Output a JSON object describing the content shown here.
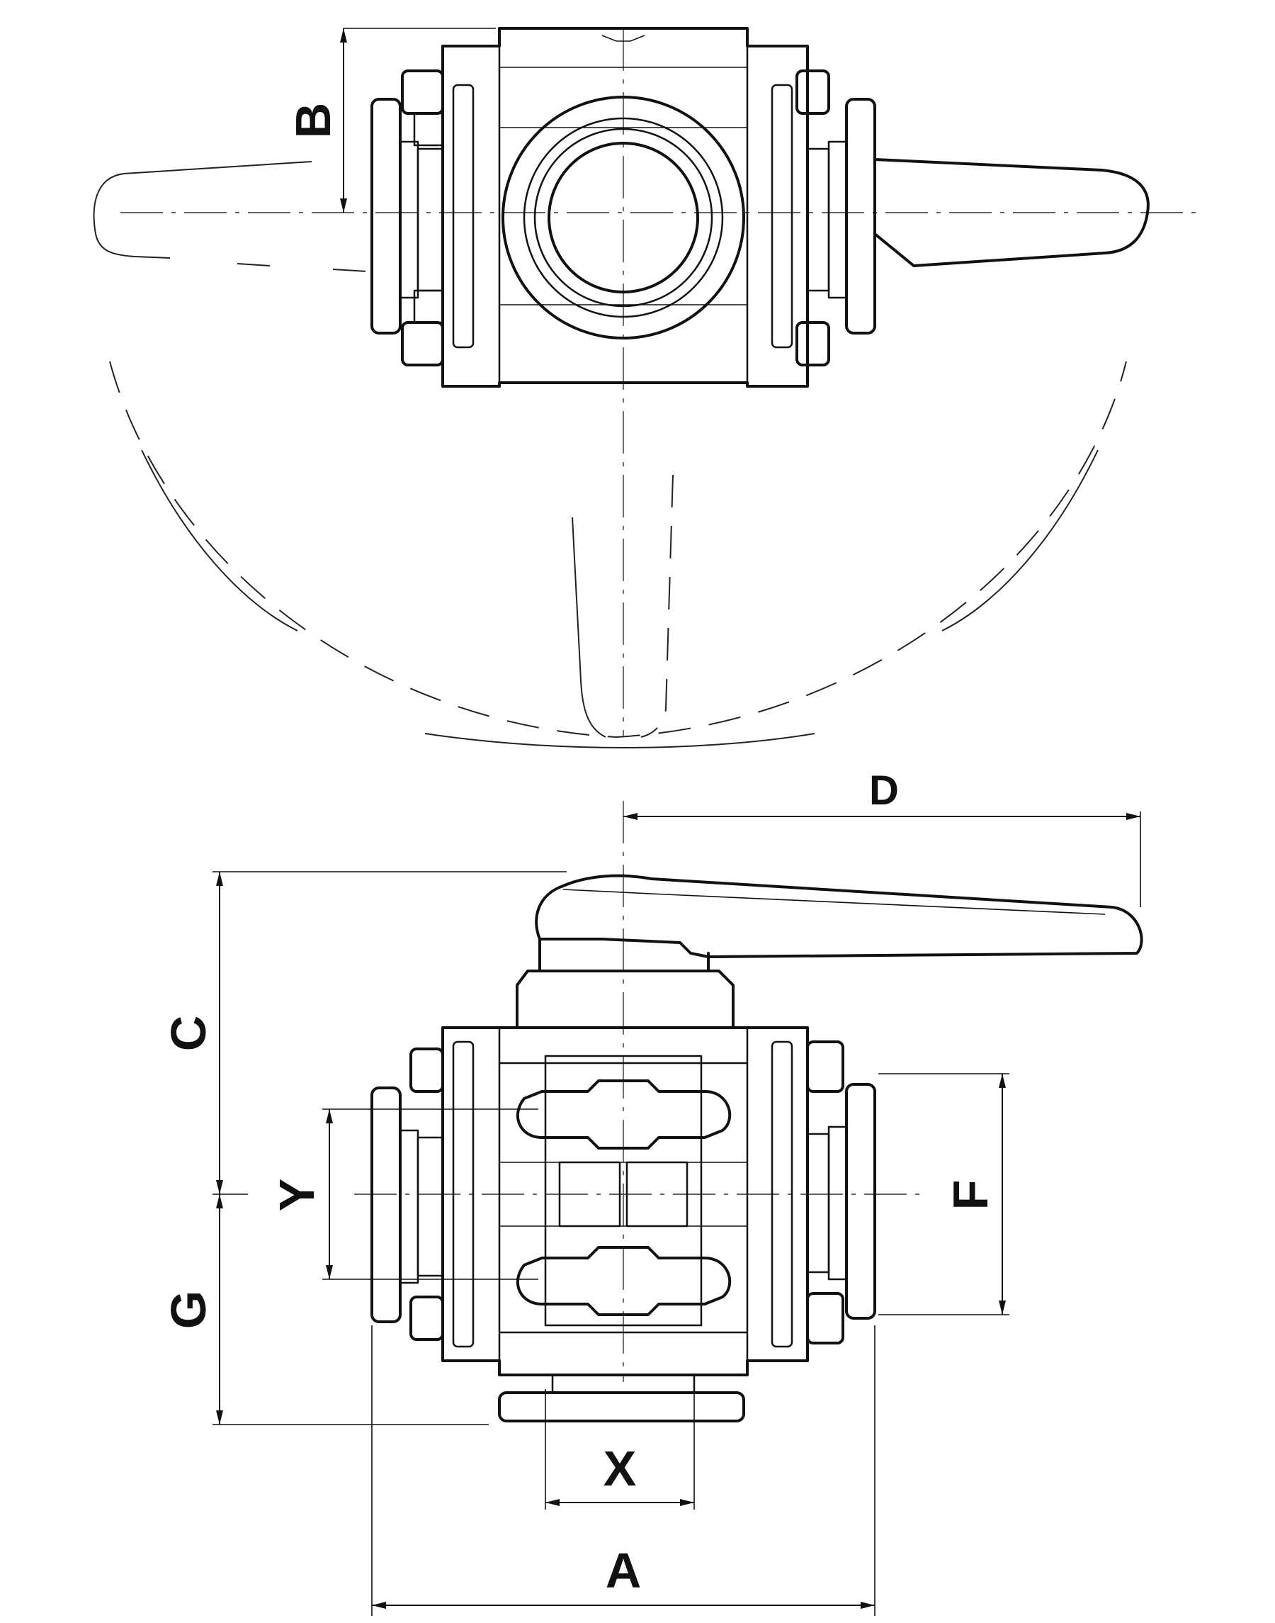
{
  "labels": {
    "A": "A",
    "B": "B",
    "C": "C",
    "D": "D",
    "F": "F",
    "G": "G",
    "X": "X",
    "Y": "Y"
  }
}
